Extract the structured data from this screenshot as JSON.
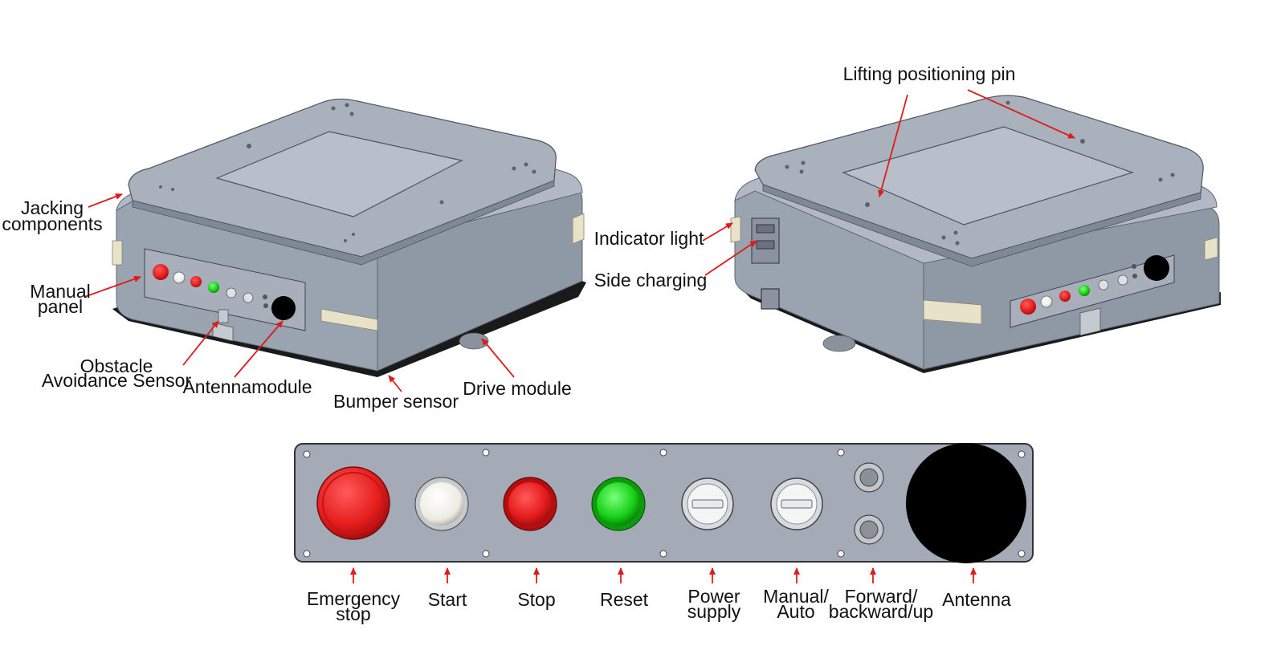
{
  "robot_labels": {
    "jacking_components": [
      "Jacking",
      "components"
    ],
    "manual_panel": [
      "Manual",
      "panel"
    ],
    "obstacle_sensor": [
      "Obstacle",
      "Avoidance Sensor"
    ],
    "antenna_module": "Antennamodule",
    "bumper_sensor": "Bumper sensor",
    "drive_module": "Drive module",
    "indicator_light": "Indicator light",
    "side_charging": "Side charging",
    "lifting_pin": "Lifting positioning pin"
  },
  "panel_labels": {
    "emergency_stop": [
      "Emergency",
      "stop"
    ],
    "start": "Start",
    "stop": "Stop",
    "reset": "Reset",
    "power_supply": [
      "Power",
      "supply"
    ],
    "manual_auto": [
      "Manual/",
      "Auto"
    ],
    "forward_backward": [
      "Forward/",
      "backward/up"
    ],
    "antenna": "Antenna"
  },
  "colors": {
    "arrow": "#e01b1b",
    "robot_body": "#9aa3b0",
    "robot_top": "#a9b1bd",
    "panel": "#a4abb7",
    "emergency": "#e51c1c",
    "start": "#ecebe2",
    "stop": "#e31515",
    "reset": "#17d117",
    "antenna": "#000000"
  }
}
